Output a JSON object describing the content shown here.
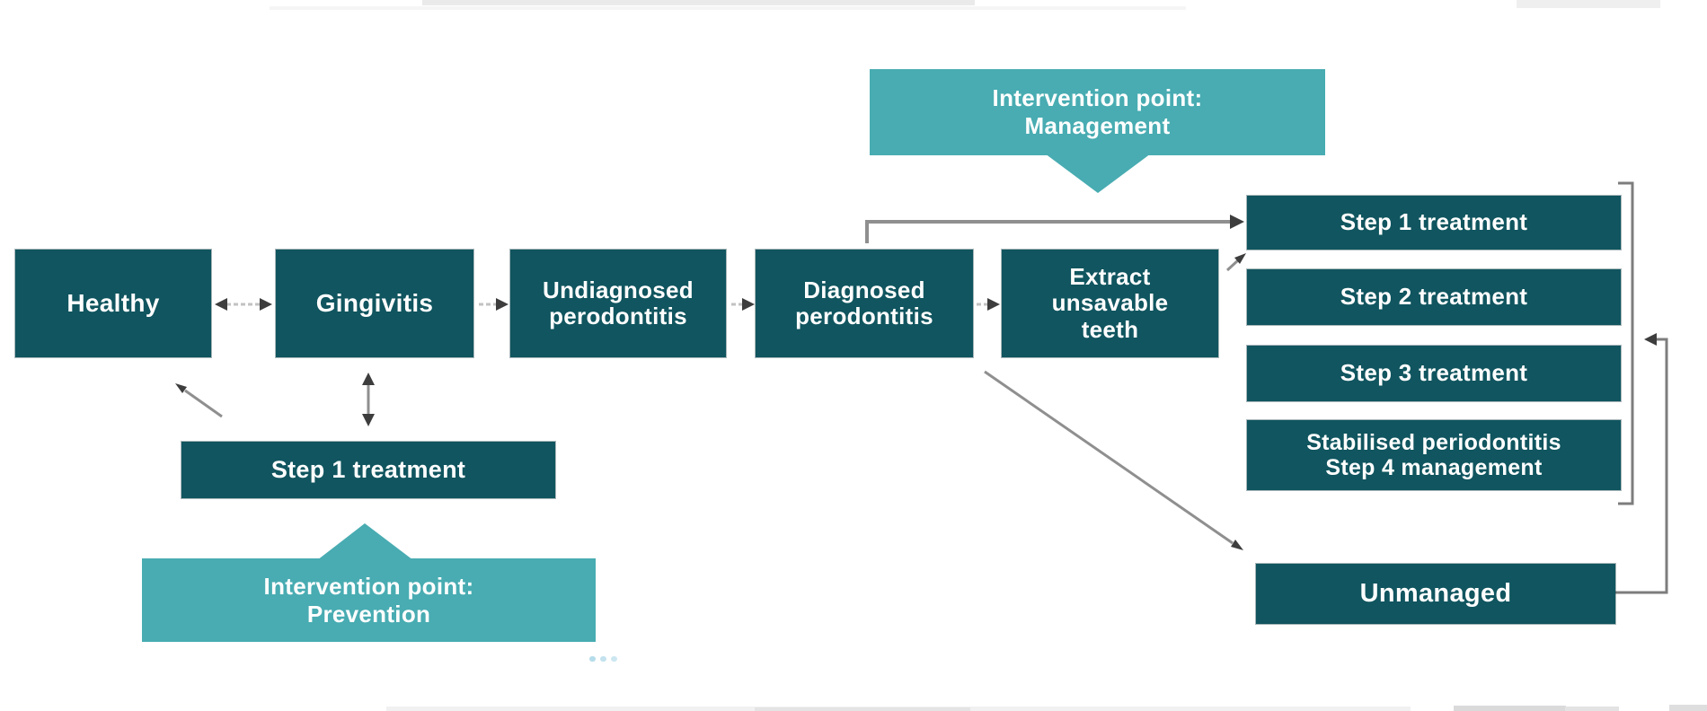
{
  "colors": {
    "box_dark": "#10555f",
    "callout_teal": "#48acb2",
    "arrow_grey": "#8f8f8f",
    "arrow_light_grey": "#c2c2c2",
    "bracket_grey": "#7d7d7d",
    "arrowhead_dark": "#3d3d3d",
    "text": "#ffffff",
    "background": "#ffffff"
  },
  "flow": {
    "main": [
      {
        "label": "Healthy"
      },
      {
        "label": "Gingivitis"
      },
      {
        "label": "Undiagnosed\nperodontitis"
      },
      {
        "label": "Diagnosed\nperodontitis"
      },
      {
        "label": "Extract\nunsavable\nteeth"
      }
    ],
    "steps": [
      {
        "label": "Step 1 treatment"
      },
      {
        "label": "Step 2 treatment"
      },
      {
        "label": "Step 3 treatment"
      },
      {
        "label": "Stabilised periodontitis\nStep 4 management"
      }
    ],
    "unmanaged": {
      "label": "Unmanaged"
    },
    "prevention_treatment": {
      "label": "Step 1 treatment"
    },
    "callouts": {
      "management": {
        "label": "Intervention point:\nManagement"
      },
      "prevention": {
        "label": "Intervention point:\nPrevention"
      }
    }
  }
}
